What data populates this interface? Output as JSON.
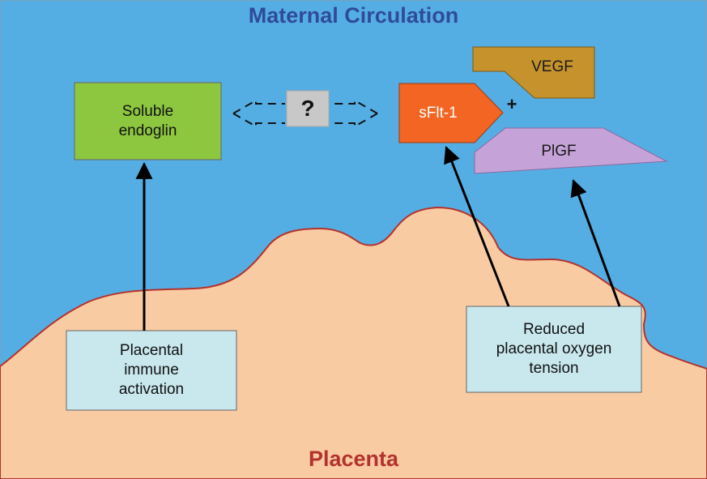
{
  "titles": {
    "top": "Maternal Circulation",
    "bottom": "Placenta"
  },
  "nodes": {
    "soluble_endoglin": "Soluble\nendoglin",
    "sflt1": "sFlt-1",
    "vegf": "VEGF",
    "plgf": "PlGF",
    "plus": "+",
    "question": "?",
    "immune_activation": "Placental\nimmune\nactivation",
    "reduced_oxygen": "Reduced\nplacental oxygen\ntension"
  },
  "colors": {
    "maternal_blue": "#55aee3",
    "placenta_tan": "#f8cba3",
    "placenta_outline": "#b3322d",
    "endoglin_green": "#8dc73f",
    "sflt_orange": "#f26522",
    "vegf_gold": "#c5922b",
    "plgf_lilac": "#c5a3d8",
    "cause_box": "#c9e8ee",
    "question_gray": "#c8c8c8",
    "title_blue": "#2f4b9b",
    "title_red": "#b3322d"
  }
}
